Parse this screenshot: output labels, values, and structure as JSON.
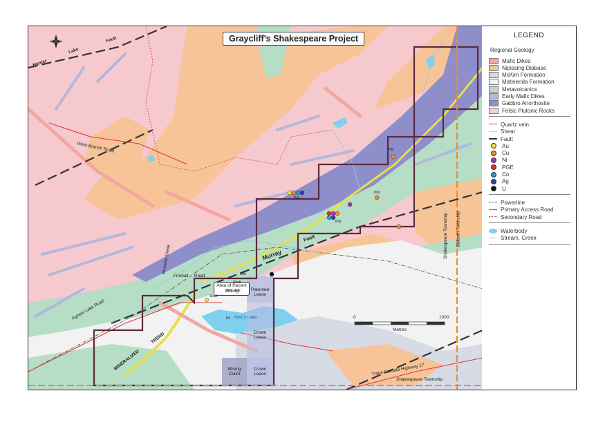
{
  "title": "Graycliff's Shakespeare Project",
  "legend": {
    "heading": "LEGEND",
    "geology_heading": "Regional Geology",
    "geology": [
      {
        "label": "Mafic Dikes",
        "color": "#f2a7a0"
      },
      {
        "label": "Nipissing Diabase",
        "color": "#f7c497"
      },
      {
        "label": "McKim Formation",
        "color": "#d6dbe6"
      },
      {
        "label": "Matinenda Formation",
        "color": "#f2f2f2"
      },
      {
        "label": "Metavolcanics",
        "color": "#b6ddc5"
      },
      {
        "label": "Early Mafic Dikes",
        "color": "#b3b8db"
      },
      {
        "label": "Gabbro Anorthosite",
        "color": "#8e8ecb"
      },
      {
        "label": "Felsic Plutonic Rocks",
        "color": "#f7cfd4"
      }
    ],
    "structures": [
      {
        "label": "Quartz vein",
        "color": "#d93a3a"
      },
      {
        "label": "Shear",
        "color": "#e8e04a"
      },
      {
        "label": "Fault",
        "color": "#333333"
      }
    ],
    "minerals": [
      {
        "label": "Au",
        "color": "#f2e33a"
      },
      {
        "label": "Cu",
        "color": "#f08a2a"
      },
      {
        "label": "Ni",
        "color": "#a23a9e"
      },
      {
        "label": "PGE",
        "color": "#d62f3a"
      },
      {
        "label": "Co",
        "color": "#2a9ad6"
      },
      {
        "label": "Ag",
        "color": "#3a3aa6"
      },
      {
        "label": "U",
        "color": "#111111"
      }
    ],
    "infrastructure": [
      {
        "label": "Powerline",
        "color": "#444444"
      },
      {
        "label": "Primary Access Road",
        "color": "#d93a3a"
      },
      {
        "label": "Secondary Road",
        "color": "#d93a3a"
      }
    ],
    "water": [
      {
        "label": "Waterbody",
        "color": "#7fd0ef"
      },
      {
        "label": "Stream, Creek",
        "color": "#9ec6e6"
      }
    ]
  },
  "map_labels": {
    "hunter_lake_fault_1": "Hunter",
    "hunter_lake_fault_2": "Lake",
    "hunter_lake_fault_3": "Fault",
    "west_branch_road": "West Branch Road",
    "agnew_lake_road": "Agnew Lake Road",
    "brunelle_creek": "Brunelle Creek",
    "firehall_road_1": "Firehall",
    "firehall_road_2": "Road",
    "murray_fault_1": "Murray",
    "murray_fault_2": "Fault",
    "callout": "Area of Recent Drilling",
    "patented_lease": "Patented Lease",
    "crown_lease_1": "Crown Lease",
    "crown_lease_2": "Crown Lease",
    "mining_claim": "Mining Claim",
    "lake": "Kerr's Lake",
    "mineralized_1": "MINERALIZED",
    "mineralized_2": "TREND",
    "shakespeare_township_bottom": "Shakespeare Township",
    "shakespeare_township_side": "Shakespeare Township",
    "baldwin_township": "Baldwin Township",
    "highway": "Trans-Canada Highway 17",
    "scale_start": "0",
    "scale_end": "1000",
    "scale_unit": "Metres",
    "pits_1": "Pits",
    "pits_2": "Pits",
    "pits_3": "Pits",
    "pits_4": "Pits",
    "pits_5": "Pits",
    "adit_1": "Adit",
    "adit_2": "Adit",
    "shaft_1": "Shaft",
    "shaft_2": "Shaft",
    "pit": "Pit"
  }
}
